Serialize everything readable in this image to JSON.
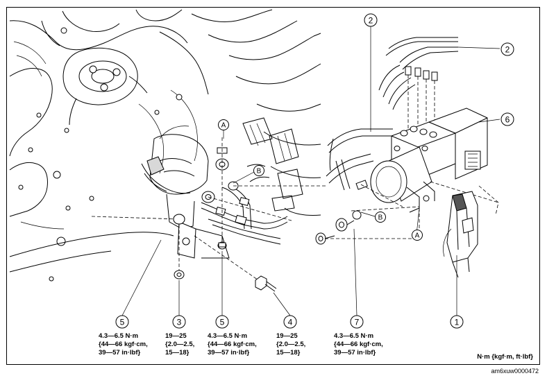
{
  "diagram": {
    "callouts": [
      {
        "id": "c1",
        "number": "1"
      },
      {
        "id": "c2a",
        "number": "2"
      },
      {
        "id": "c2b",
        "number": "2"
      },
      {
        "id": "c3",
        "number": "3"
      },
      {
        "id": "c4",
        "number": "4"
      },
      {
        "id": "c5a",
        "number": "5"
      },
      {
        "id": "c5b",
        "number": "5"
      },
      {
        "id": "c6",
        "number": "6"
      },
      {
        "id": "c7",
        "number": "7"
      }
    ],
    "ref_letters": [
      {
        "id": "a-top",
        "letter": "A"
      },
      {
        "id": "b-top",
        "letter": "B"
      },
      {
        "id": "b-bottom",
        "letter": "B"
      },
      {
        "id": "a-bottom",
        "letter": "A"
      }
    ],
    "torque_specs": [
      {
        "id": "t5a",
        "lines": [
          "4.3—6.5 N·m",
          "{44—66 kgf·cm,",
          "39—57 in·lbf}"
        ]
      },
      {
        "id": "t3",
        "lines": [
          "19—25",
          "{2.0—2.5,",
          "15—18}"
        ]
      },
      {
        "id": "t5b",
        "lines": [
          "4.3—6.5 N·m",
          "{44—66 kgf·cm,",
          "39—57 in·lbf}"
        ]
      },
      {
        "id": "t4",
        "lines": [
          "19—25",
          "{2.0—2.5,",
          "15—18}"
        ]
      },
      {
        "id": "t7",
        "lines": [
          "4.3—6.5 N·m",
          "{44—66 kgf·cm,",
          "39—57 in·lbf}"
        ]
      }
    ],
    "unit_legend": "N·m {kgf·m, ft·lbf}",
    "figure_code": "am6xuw0000472"
  }
}
